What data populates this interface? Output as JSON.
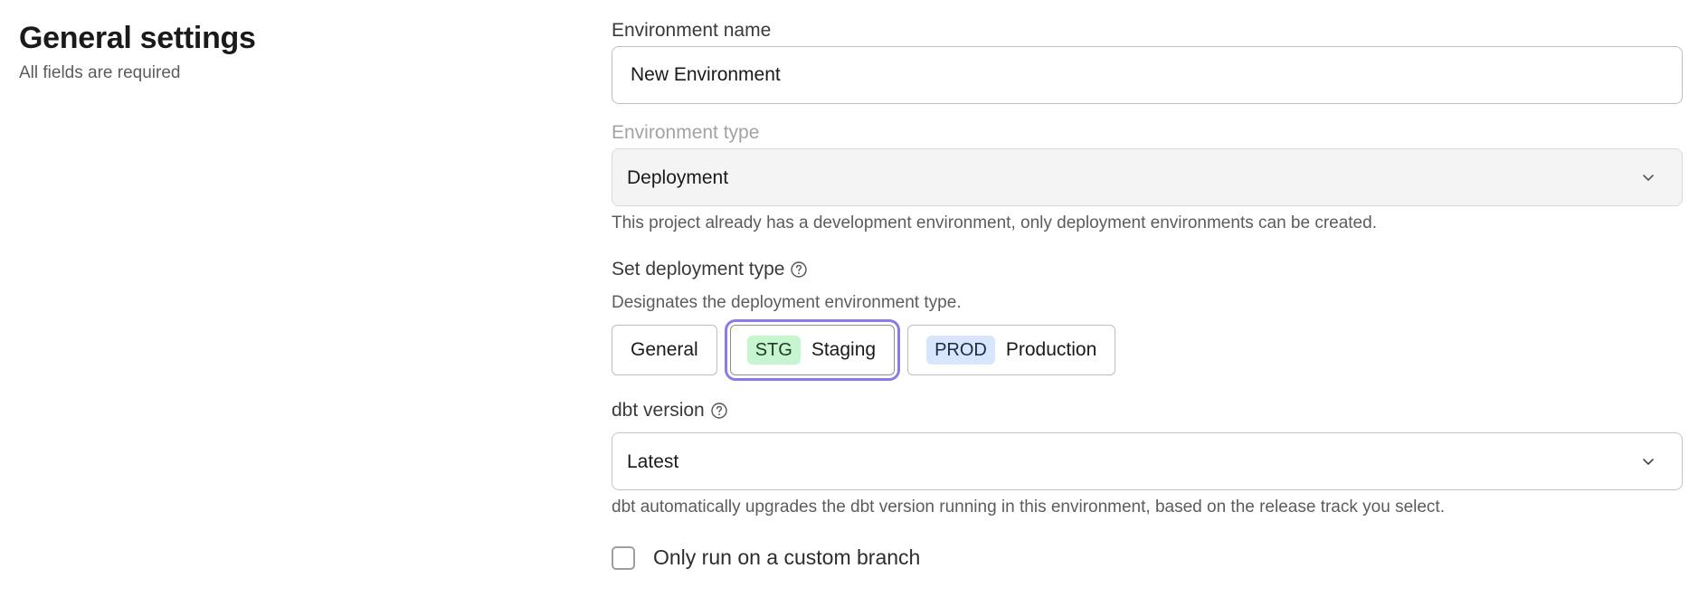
{
  "section": {
    "title": "General settings",
    "subtitle": "All fields are required"
  },
  "environment_name": {
    "label": "Environment name",
    "value": "New Environment"
  },
  "environment_type": {
    "label": "Environment type",
    "value": "Deployment",
    "hint": "This project already has a development environment, only deployment environments can be created."
  },
  "deployment_type": {
    "label": "Set deployment type",
    "hint": "Designates the deployment environment type.",
    "options": [
      {
        "label": "General"
      },
      {
        "badge": "STG",
        "label": "Staging",
        "selected": true
      },
      {
        "badge": "PROD",
        "label": "Production"
      }
    ]
  },
  "dbt_version": {
    "label": "dbt version",
    "value": "Latest",
    "hint": "dbt automatically upgrades the dbt version running in this environment, based on the release track you select."
  },
  "custom_branch": {
    "label": "Only run on a custom branch",
    "checked": false
  },
  "colors": {
    "selected_ring": "#8b7be8",
    "stg_badge": "#c6f5cf",
    "prod_badge": "#d7e6fb"
  }
}
